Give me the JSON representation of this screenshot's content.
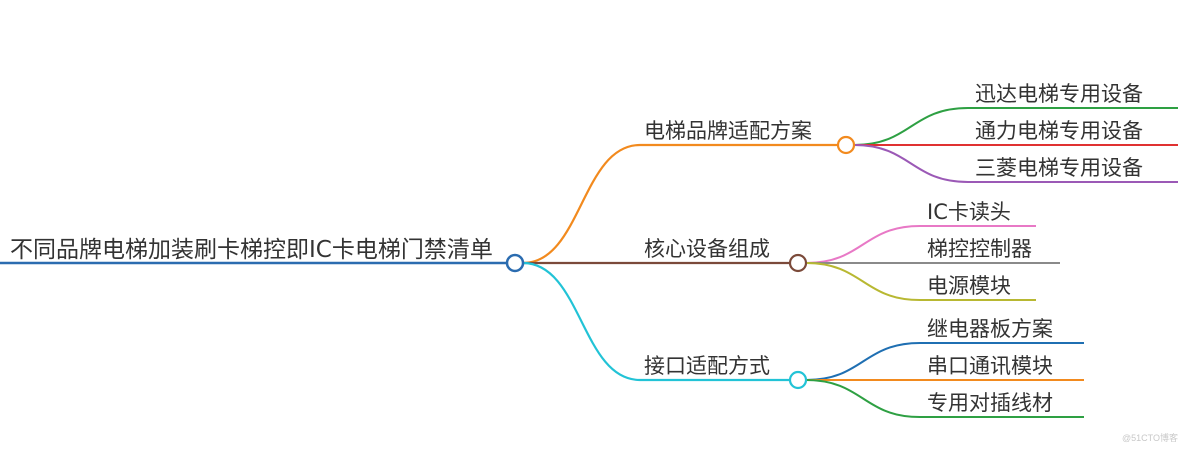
{
  "mindmap": {
    "root": {
      "label": "不同品牌电梯加装刷卡梯控即IC卡电梯门禁清单",
      "color": "#2b6cb0"
    },
    "branches": [
      {
        "label": "电梯品牌适配方案",
        "color": "#f28a1e",
        "children": [
          {
            "label": "迅达电梯专用设备",
            "color": "#2ea043"
          },
          {
            "label": "通力电梯专用设备",
            "color": "#e03131"
          },
          {
            "label": "三菱电梯专用设备",
            "color": "#9b59b6"
          }
        ]
      },
      {
        "label": "核心设备组成",
        "color": "#7b4a3a",
        "children": [
          {
            "label": "IC卡读头",
            "color": "#e879c6"
          },
          {
            "label": "梯控控制器",
            "color": "#8a8a8a"
          },
          {
            "label": "电源模块",
            "color": "#b8b832"
          }
        ]
      },
      {
        "label": "接口适配方式",
        "color": "#22c3d6",
        "children": [
          {
            "label": "继电器板方案",
            "color": "#1f6fb2"
          },
          {
            "label": "串口通讯模块",
            "color": "#f28a1e"
          },
          {
            "label": "专用对插线材",
            "color": "#2ea043"
          }
        ]
      }
    ]
  },
  "watermark": "@51CTO博客"
}
